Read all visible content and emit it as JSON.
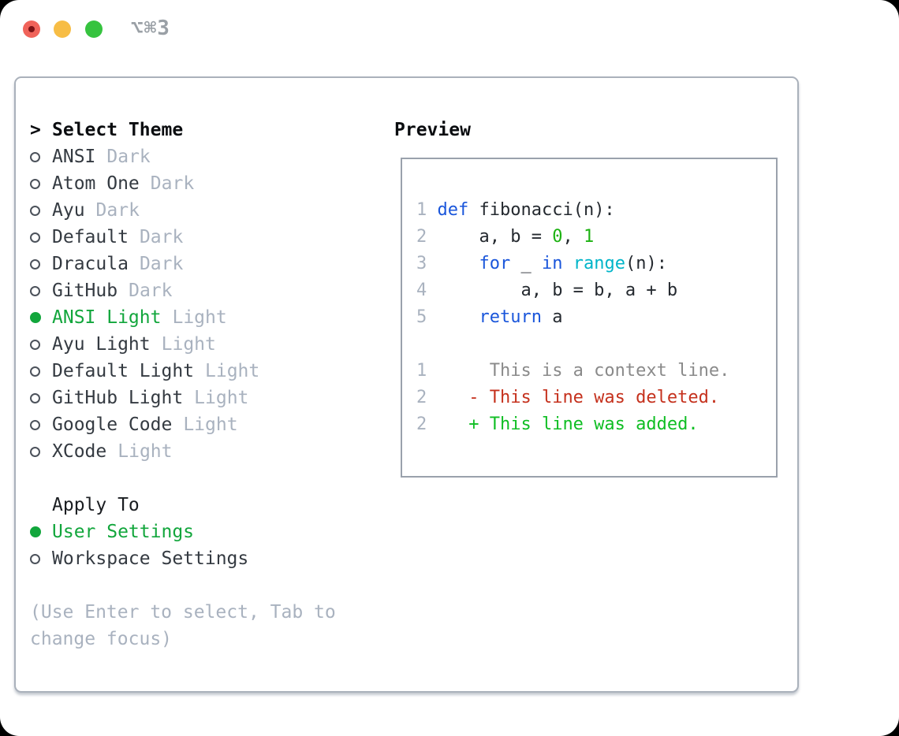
{
  "window": {
    "shortcut": "⌥⌘3"
  },
  "colors": {
    "accent_green": "#12a63c",
    "keyword_blue": "#1a56db",
    "builtin_cyan": "#00b5c9",
    "number_green": "#1db212",
    "added_green": "#0fbe23",
    "deleted_red": "#c5311d",
    "context_gray": "#8a8a8a",
    "muted_gray": "#a9b2bf",
    "traffic_red": "#f0635a",
    "traffic_yellow": "#f7bd45",
    "traffic_green": "#36c33f"
  },
  "theme_panel": {
    "header_prefix": ">",
    "header": "Select Theme",
    "items": [
      {
        "label": "ANSI",
        "tag": "Dark",
        "selected": false
      },
      {
        "label": "Atom One",
        "tag": "Dark",
        "selected": false
      },
      {
        "label": "Ayu",
        "tag": "Dark",
        "selected": false
      },
      {
        "label": "Default",
        "tag": "Dark",
        "selected": false
      },
      {
        "label": "Dracula",
        "tag": "Dark",
        "selected": false
      },
      {
        "label": "GitHub",
        "tag": "Dark",
        "selected": false
      },
      {
        "label": "ANSI Light",
        "tag": "Light",
        "selected": true
      },
      {
        "label": "Ayu Light",
        "tag": "Light",
        "selected": false
      },
      {
        "label": "Default Light",
        "tag": "Light",
        "selected": false
      },
      {
        "label": "GitHub Light",
        "tag": "Light",
        "selected": false
      },
      {
        "label": "Google Code",
        "tag": "Light",
        "selected": false
      },
      {
        "label": "XCode",
        "tag": "Light",
        "selected": false
      }
    ],
    "apply_to": {
      "header": "Apply To",
      "options": [
        {
          "label": "User Settings",
          "selected": true
        },
        {
          "label": "Workspace Settings",
          "selected": false
        }
      ]
    },
    "hint_lines": [
      "(Use Enter to select, Tab to",
      "change focus)"
    ]
  },
  "preview": {
    "header": "Preview",
    "code_lines": [
      {
        "num": "1",
        "tokens": [
          {
            "t": "def",
            "c": "keyword"
          },
          {
            "t": " fibonacci(n):",
            "c": "plain"
          }
        ]
      },
      {
        "num": "2",
        "tokens": [
          {
            "t": "    a, b = ",
            "c": "plain"
          },
          {
            "t": "0",
            "c": "number"
          },
          {
            "t": ", ",
            "c": "plain"
          },
          {
            "t": "1",
            "c": "number"
          }
        ]
      },
      {
        "num": "3",
        "tokens": [
          {
            "t": "    ",
            "c": "plain"
          },
          {
            "t": "for",
            "c": "keyword"
          },
          {
            "t": " _ ",
            "c": "plain"
          },
          {
            "t": "in",
            "c": "keyword"
          },
          {
            "t": " ",
            "c": "plain"
          },
          {
            "t": "range",
            "c": "builtin"
          },
          {
            "t": "(n):",
            "c": "plain"
          }
        ]
      },
      {
        "num": "4",
        "tokens": [
          {
            "t": "        a, b = b, a + b",
            "c": "plain"
          }
        ]
      },
      {
        "num": "5",
        "tokens": [
          {
            "t": "    ",
            "c": "plain"
          },
          {
            "t": "return",
            "c": "keyword"
          },
          {
            "t": " a",
            "c": "plain"
          }
        ]
      },
      {
        "num": "",
        "tokens": []
      },
      {
        "num": "1",
        "tokens": [
          {
            "t": "     This is a context line.",
            "c": "context"
          }
        ]
      },
      {
        "num": "2",
        "tokens": [
          {
            "t": "   - This line was deleted.",
            "c": "deleted"
          }
        ]
      },
      {
        "num": "2",
        "tokens": [
          {
            "t": "   + This line was added.",
            "c": "added"
          }
        ]
      }
    ]
  }
}
